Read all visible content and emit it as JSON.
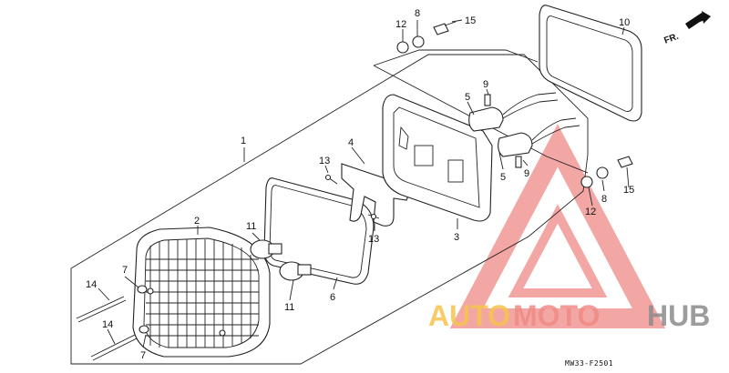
{
  "diagram": {
    "labels": {
      "l1": "1",
      "l2": "2",
      "l3": "3",
      "l4": "4",
      "l5a": "5",
      "l5b": "5",
      "l6": "6",
      "l7a": "7",
      "l7b": "7",
      "l8a": "8",
      "l8b": "8",
      "l9a": "9",
      "l9b": "9",
      "l10": "10",
      "l11a": "11",
      "l11b": "11",
      "l12a": "12",
      "l12b": "12",
      "l13a": "13",
      "l13b": "13",
      "l14a": "14",
      "l14b": "14",
      "l15a": "15",
      "l15b": "15"
    },
    "direction_label": "FR.",
    "diagram_code": "MW33-F2501"
  },
  "watermark": {
    "part1": "AUTO",
    "part2": "MOTO",
    "part3": "HUB",
    "colors": {
      "auto": "#f6c44e",
      "moto": "#f08a86",
      "hub": "#8b8b8b",
      "triangle": "#f08a86"
    }
  }
}
